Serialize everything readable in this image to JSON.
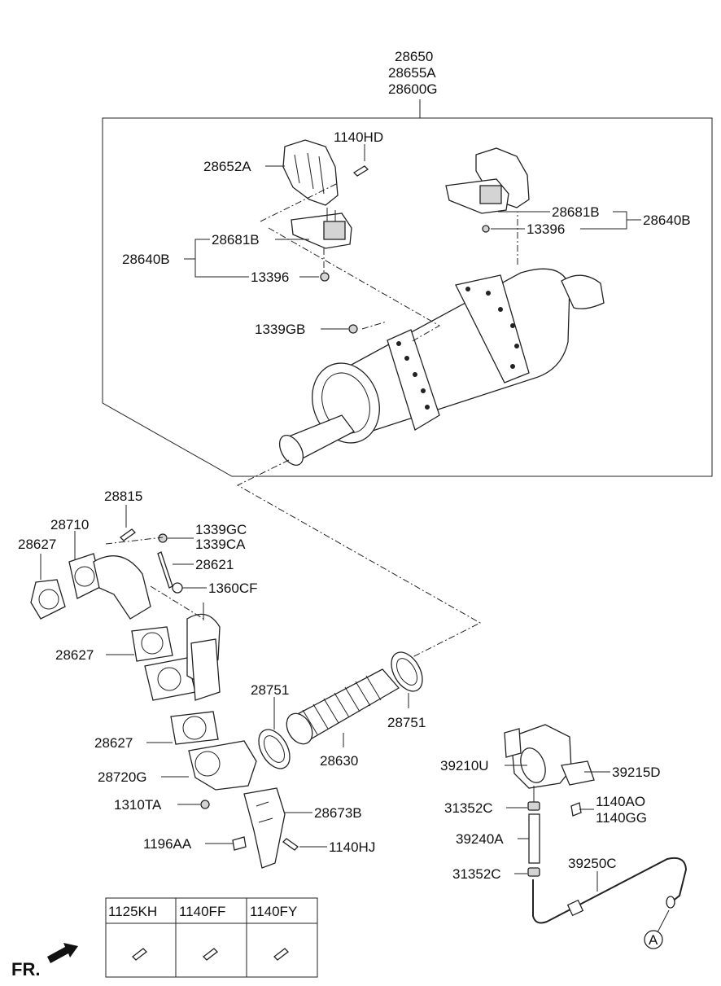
{
  "header_labels": [
    "28650",
    "28655A",
    "28600G"
  ],
  "labels": {
    "p28652A": "28652A",
    "p1140HD": "1140HD",
    "p28681B_l": "28681B",
    "p28640B_l": "28640B",
    "p13396_l": "13396",
    "p28681B_r": "28681B",
    "p28640B_r": "28640B",
    "p13396_r": "13396",
    "p1339GB": "1339GB",
    "p28815": "28815",
    "p28710": "28710",
    "p28627_a": "28627",
    "p1339GC": "1339GC",
    "p1339CA": "1339CA",
    "p28621": "28621",
    "p1360CF": "1360CF",
    "p28627_b": "28627",
    "p28751_a": "28751",
    "p28751_b": "28751",
    "p28627_c": "28627",
    "p28630": "28630",
    "p28720G": "28720G",
    "p1310TA": "1310TA",
    "p28673B": "28673B",
    "p1196AA": "1196AA",
    "p1140HJ": "1140HJ",
    "p39210U": "39210U",
    "p39215D": "39215D",
    "p31352C_a": "31352C",
    "p1140AO": "1140AO",
    "p1140GG": "1140GG",
    "p39240A": "39240A",
    "p31352C_b": "31352C",
    "p39250C": "39250C",
    "callout_A": "A"
  },
  "fastener_table": {
    "headers": [
      "1125KH",
      "1140FF",
      "1140FY"
    ]
  },
  "direction_label": "FR."
}
